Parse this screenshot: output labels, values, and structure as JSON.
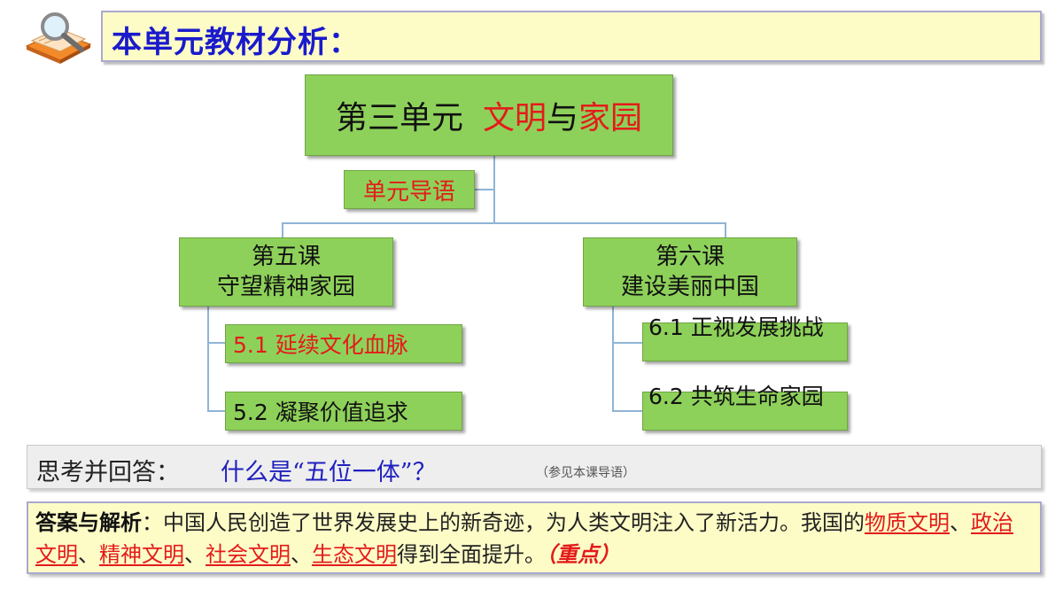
{
  "header": {
    "title": "本单元教材分析："
  },
  "tree": {
    "root": {
      "prefix": "第三单元",
      "word1": "文明",
      "joiner": "与",
      "word2": "家园"
    },
    "intro": "单元导语",
    "lesson5": {
      "line1": "第五课",
      "line2": "守望精神家园",
      "sub1": "5.1 延续文化血脉",
      "sub2": "5.2 凝聚价值追求"
    },
    "lesson6": {
      "line1": "第六课",
      "line2": "建设美丽中国",
      "sub1": "6.1 正视发展挑战",
      "sub2": "6.2 共筑生命家园"
    }
  },
  "question": {
    "label": "思考并回答：",
    "text": "什么是“五位一体”？",
    "note": "（参见本课导语）"
  },
  "answer": {
    "label": "答案与解析",
    "colon": "：",
    "intro": "中国人民创造了世界发展史上的新奇迹，为人类文明注入了新活力。我国的",
    "items": [
      "物质文明",
      "政治文明",
      "精神文明",
      "社会文明",
      "生态文明"
    ],
    "sep": "、",
    "tail": "得到全面提升。",
    "emphasis": "（重点）"
  },
  "colors": {
    "title_blue": "#1a1acc",
    "box_green": "#8ed15a",
    "accent_red": "#e41b1b",
    "question_blue": "#2020c0",
    "panel_yellow": "#fdfcc7"
  },
  "icons": {
    "logo": "magnifier-on-books-icon"
  }
}
